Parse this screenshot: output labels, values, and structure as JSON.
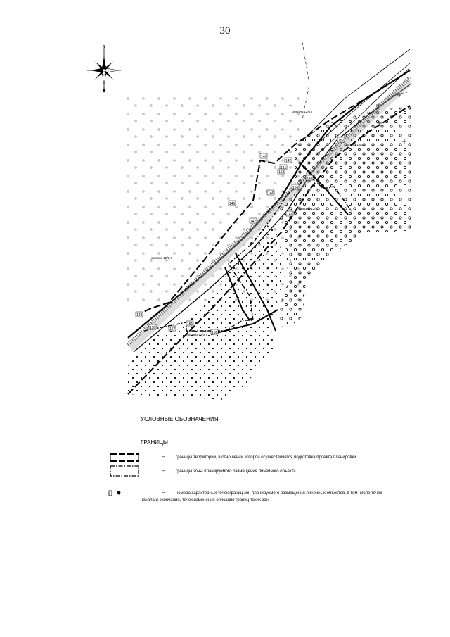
{
  "page": {
    "number": "30"
  },
  "compass": {
    "north_label": "N",
    "icon": "compass-rose-icon"
  },
  "map": {
    "point_labels": [
      "140",
      "141",
      "142",
      "143",
      "145",
      "146",
      "147",
      "148",
      "149",
      "150",
      "151",
      "152",
      "153",
      "156",
      "157",
      "158"
    ],
    "annotations": [
      "сквозно 12/0,7",
      "сквозно 12/0,7",
      "сквозно 12/0,7",
      "сквозно 12/0,7",
      "сквозно 12/0,7"
    ]
  },
  "legend": {
    "title": "УСЛОВНЫЕ ОБОЗНАЧЕНИЯ",
    "group_title": "ГРАНИЦЫ",
    "dash": "–",
    "items": [
      {
        "symbol": "territory-boundary",
        "text": "границы территории, в отношении которой осуществляется подготовка проекта планировки"
      },
      {
        "symbol": "zone-boundary",
        "text": "границы зоны планируемого размещения линейного объекта"
      }
    ],
    "points_text_line1": "номера характерных точек границ зон планируемого размещения линейных объектов, в том числе точек",
    "points_text_line2": "начала и окончания, точек изменения описания границ таких зон"
  },
  "colors": {
    "ink": "#000000",
    "grey_hatch": "#9a9a9a",
    "paper": "#ffffff"
  }
}
